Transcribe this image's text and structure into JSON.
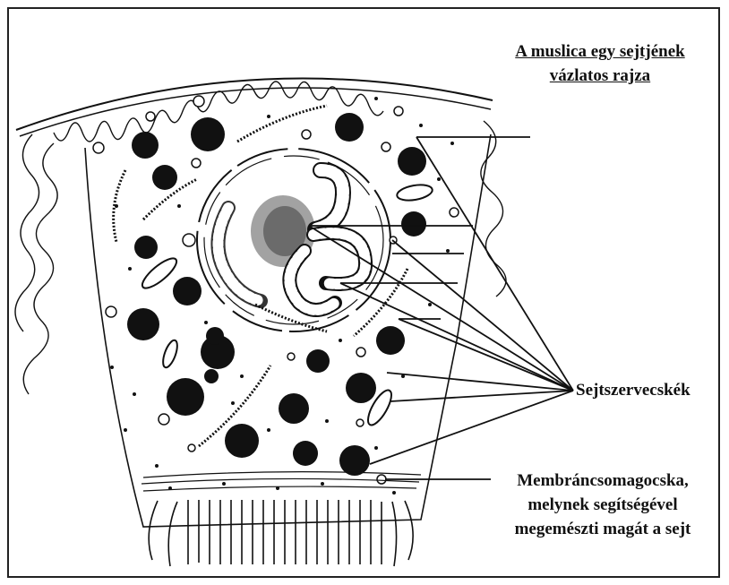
{
  "title": {
    "line1": "A muslica egy sejtjének",
    "line2": "vázlatos rajza"
  },
  "labels": {
    "organelles": "Sejtszervecskék",
    "lysosome": [
      "Membráncsomagocska,",
      "melynek segítségével",
      "megemészti magát a sejt"
    ]
  },
  "colors": {
    "ink": "#111111",
    "background": "#ffffff"
  }
}
